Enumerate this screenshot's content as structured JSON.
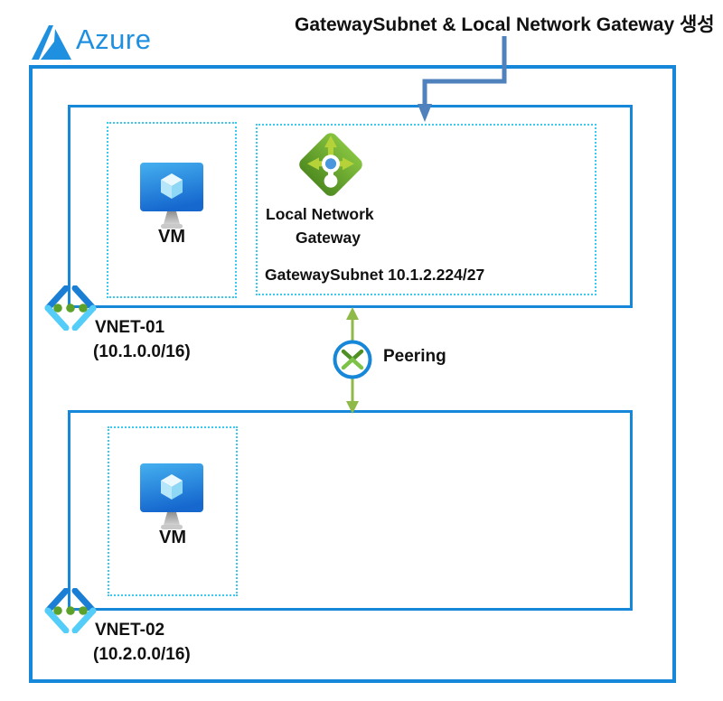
{
  "title": "GatewaySubnet & Local Network Gateway 생성",
  "brand": {
    "name": "Azure"
  },
  "diagram": {
    "vnet1": {
      "name": "VNET-01",
      "cidr": "(10.1.0.0/16)",
      "vm": {
        "label": "VM"
      },
      "gateway_subnet": {
        "gateway_name_line1": "Local Network",
        "gateway_name_line2": "Gateway",
        "subnet_label": "GatewaySubnet 10.1.2.224/27"
      }
    },
    "peering": {
      "label": "Peering"
    },
    "vnet2": {
      "name": "VNET-02",
      "cidr": "(10.2.0.0/16)",
      "vm": {
        "label": "VM"
      }
    }
  },
  "icons": {
    "brand_logo": "azure-logo-icon",
    "vm": "vm-monitor-icon",
    "local_network_gateway": "local-network-gateway-icon",
    "virtual_network": "virtual-network-icon",
    "peering": "peering-icon",
    "annotation_arrow": "annotation-arrow-icon"
  },
  "colors": {
    "azure_blue": "#1f8fe0",
    "border_blue": "#1787d9",
    "subnet_dashed_cyan": "#3cc9f0",
    "annotation_arrow_steel": "#4f81bd",
    "peering_green": "#8fba4a",
    "gateway_green": "#6aad2d",
    "text_black": "#111111"
  }
}
